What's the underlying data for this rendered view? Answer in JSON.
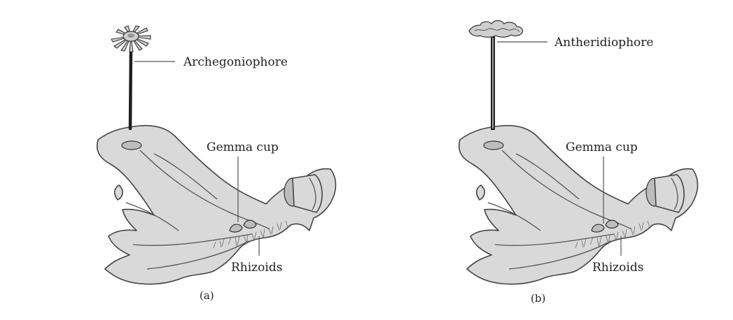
{
  "figure": {
    "panel_a": {
      "caption": "(a)",
      "labels": {
        "stalk_organ": "Archegoniophore",
        "cup": "Gemma cup",
        "roots": "Rhizoids"
      }
    },
    "panel_b": {
      "caption": "(b)",
      "labels": {
        "stalk_organ": "Antheridiophore",
        "cup": "Gemma cup",
        "roots": "Rhizoids"
      }
    }
  }
}
